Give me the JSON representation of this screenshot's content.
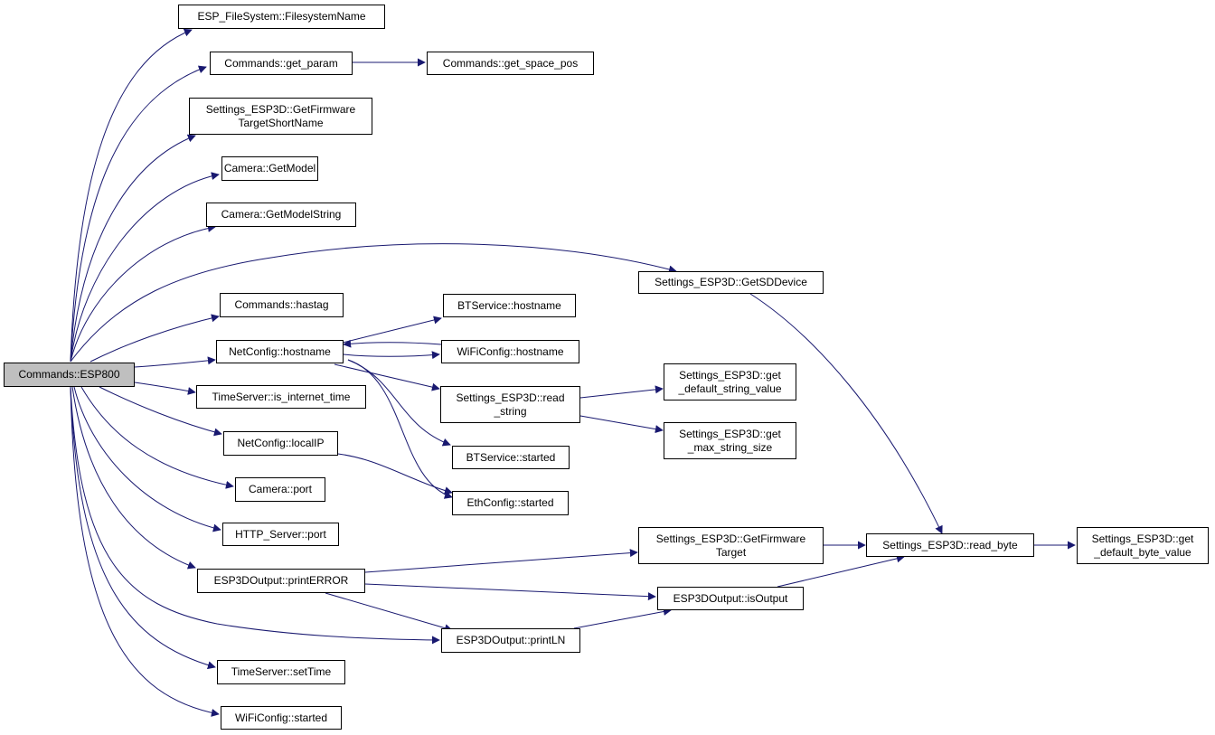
{
  "colors": {
    "edge": "#191970",
    "node_border": "#000000",
    "node_fill": "#ffffff",
    "root_fill": "#bfbfbf"
  },
  "nodes": {
    "esp800": "Commands::ESP800",
    "fsname": "ESP_FileSystem::FilesystemName",
    "getparam": "Commands::get_param",
    "getspacepos": "Commands::get_space_pos",
    "gfwtsn": "Settings_ESP3D::GetFirmware\nTargetShortName",
    "getmodel": "Camera::GetModel",
    "getmodelstr": "Camera::GetModelString",
    "getsddevice": "Settings_ESP3D::GetSDDevice",
    "hastag": "Commands::hastag",
    "bthost": "BTService::hostname",
    "nethost": "NetConfig::hostname",
    "wifihost": "WiFiConfig::hostname",
    "readstr": "Settings_ESP3D::read\n_string",
    "getdefstr": "Settings_ESP3D::get\n_default_string_value",
    "getmaxstr": "Settings_ESP3D::get\n_max_string_size",
    "istime": "TimeServer::is_internet_time",
    "localip": "NetConfig::localIP",
    "btstarted": "BTService::started",
    "camport": "Camera::port",
    "ethstarted": "EthConfig::started",
    "httpport": "HTTP_Server::port",
    "gfwt": "Settings_ESP3D::GetFirmware\nTarget",
    "readbyte": "Settings_ESP3D::read_byte",
    "getdefbyte": "Settings_ESP3D::get\n_default_byte_value",
    "printerror": "ESP3DOutput::printERROR",
    "isoutput": "ESP3DOutput::isOutput",
    "println": "ESP3DOutput::printLN",
    "settime": "TimeServer::setTime",
    "wifistarted": "WiFiConfig::started"
  }
}
